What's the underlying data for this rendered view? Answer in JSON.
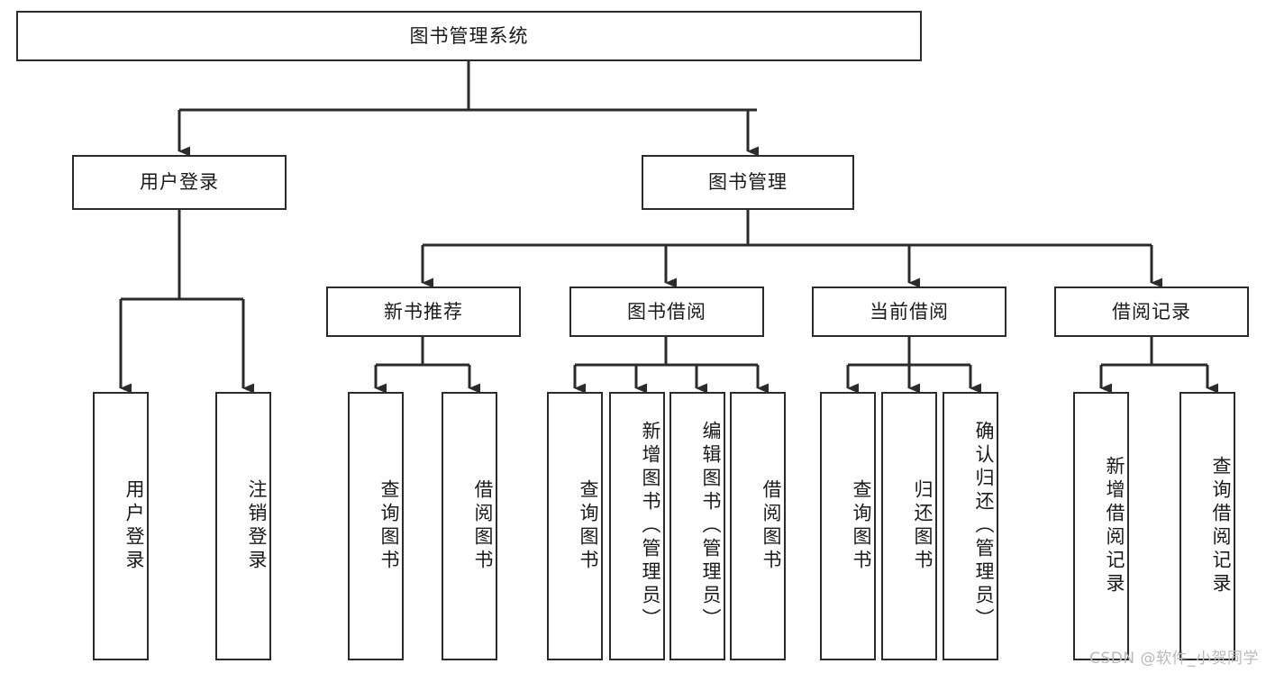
{
  "diagram": {
    "type": "tree-hierarchy-diagram",
    "title_node": "图书管理系统",
    "style": {
      "box_fill": "#ffffff",
      "box_stroke": "#2b2b2b",
      "line_color": "#2b2b2b",
      "text_color": "#1a1a1a",
      "background": "#ffffff"
    },
    "levels": {
      "root": "图书管理系统",
      "level2": [
        "用户登录",
        "图书管理"
      ],
      "level3": [
        "新书推荐",
        "图书借阅",
        "当前借阅",
        "借阅记录"
      ]
    },
    "nodes": {
      "root": {
        "label": "图书管理系统",
        "orientation": "horizontal"
      },
      "user_login": {
        "label": "用户登录",
        "orientation": "horizontal"
      },
      "book_manage": {
        "label": "图书管理",
        "orientation": "horizontal"
      },
      "new_book_rec": {
        "label": "新书推荐",
        "orientation": "horizontal"
      },
      "book_borrow": {
        "label": "图书借阅",
        "orientation": "horizontal"
      },
      "current_borrow": {
        "label": "当前借阅",
        "orientation": "horizontal"
      },
      "borrow_record": {
        "label": "借阅记录",
        "orientation": "horizontal"
      },
      "leaf_user_login": {
        "label": "用户登录",
        "orientation": "vertical"
      },
      "leaf_logout": {
        "label": "注销登录",
        "orientation": "vertical"
      },
      "leaf_query_book_a": {
        "label": "查询图书",
        "orientation": "vertical"
      },
      "leaf_borrow_book_a": {
        "label": "借阅图书",
        "orientation": "vertical"
      },
      "leaf_query_book_b": {
        "label": "查询图书",
        "orientation": "vertical"
      },
      "leaf_add_book": {
        "label": "新增图书（管理员）",
        "orientation": "vertical"
      },
      "leaf_edit_book": {
        "label": "编辑图书（管理员）",
        "orientation": "vertical"
      },
      "leaf_borrow_book_b": {
        "label": "借阅图书",
        "orientation": "vertical"
      },
      "leaf_query_book_c": {
        "label": "查询图书",
        "orientation": "vertical"
      },
      "leaf_return_book": {
        "label": "归还图书",
        "orientation": "vertical"
      },
      "leaf_confirm_return": {
        "label": "确认归还（管理员）",
        "orientation": "vertical"
      },
      "leaf_add_record": {
        "label": "新增借阅记录",
        "orientation": "vertical"
      },
      "leaf_query_record": {
        "label": "查询借阅记录",
        "orientation": "vertical"
      }
    },
    "edges": [
      {
        "from": "图书管理系统",
        "to": "用户登录"
      },
      {
        "from": "图书管理系统",
        "to": "图书管理"
      },
      {
        "from": "用户登录",
        "to": "用户登录"
      },
      {
        "from": "用户登录",
        "to": "注销登录"
      },
      {
        "from": "图书管理",
        "to": "新书推荐"
      },
      {
        "from": "图书管理",
        "to": "图书借阅"
      },
      {
        "from": "图书管理",
        "to": "当前借阅"
      },
      {
        "from": "图书管理",
        "to": "借阅记录"
      },
      {
        "from": "新书推荐",
        "to": "查询图书"
      },
      {
        "from": "新书推荐",
        "to": "借阅图书"
      },
      {
        "from": "图书借阅",
        "to": "查询图书"
      },
      {
        "from": "图书借阅",
        "to": "新增图书（管理员）"
      },
      {
        "from": "图书借阅",
        "to": "编辑图书（管理员）"
      },
      {
        "from": "图书借阅",
        "to": "借阅图书"
      },
      {
        "from": "当前借阅",
        "to": "查询图书"
      },
      {
        "from": "当前借阅",
        "to": "归还图书"
      },
      {
        "from": "当前借阅",
        "to": "确认归还（管理员）"
      },
      {
        "from": "借阅记录",
        "to": "新增借阅记录"
      },
      {
        "from": "借阅记录",
        "to": "查询借阅记录"
      }
    ]
  },
  "watermark": {
    "text": "CSDN @软件_小贺同学"
  }
}
